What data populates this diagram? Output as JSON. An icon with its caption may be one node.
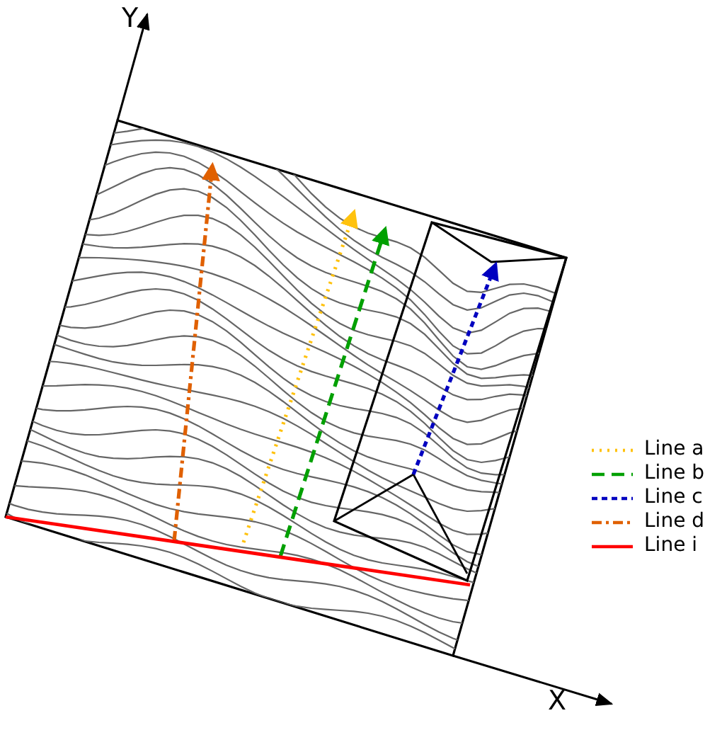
{
  "diagram": {
    "labels": [
      "Y",
      "X"
    ],
    "legend": [
      {
        "text": "Line a"
      },
      {
        "text": "Line b"
      },
      {
        "text": "Line c"
      },
      {
        "text": "Line d"
      },
      {
        "text": "Line i"
      }
    ]
  }
}
